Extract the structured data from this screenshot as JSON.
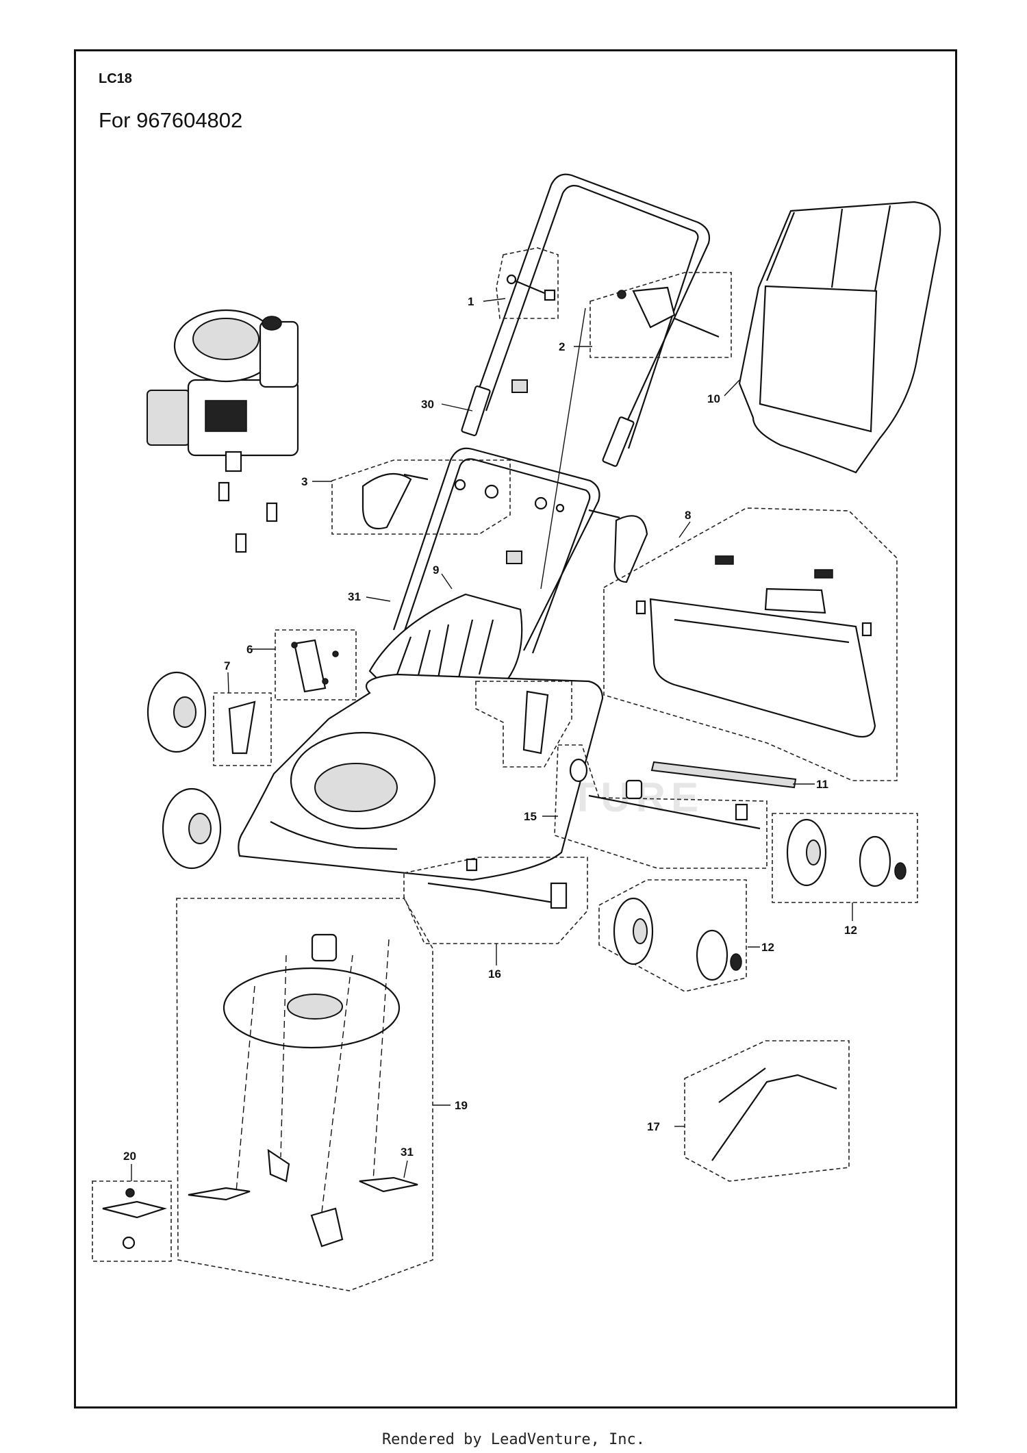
{
  "header": {
    "model_code": "LC18",
    "title": "For 967604802"
  },
  "footer": {
    "credit": "Rendered by LeadVenture, Inc."
  },
  "watermark": "LEADVENTURE",
  "callouts": [
    {
      "id": "c1",
      "label": "1"
    },
    {
      "id": "c2",
      "label": "2"
    },
    {
      "id": "c3",
      "label": "3"
    },
    {
      "id": "c6",
      "label": "6"
    },
    {
      "id": "c7",
      "label": "7"
    },
    {
      "id": "c8",
      "label": "8"
    },
    {
      "id": "c9",
      "label": "9"
    },
    {
      "id": "c10",
      "label": "10"
    },
    {
      "id": "c11",
      "label": "11"
    },
    {
      "id": "c12a",
      "label": "12"
    },
    {
      "id": "c12b",
      "label": "12"
    },
    {
      "id": "c15",
      "label": "15"
    },
    {
      "id": "c16",
      "label": "16"
    },
    {
      "id": "c17",
      "label": "17"
    },
    {
      "id": "c19",
      "label": "19"
    },
    {
      "id": "c20",
      "label": "20"
    },
    {
      "id": "c30",
      "label": "30"
    },
    {
      "id": "c31a",
      "label": "31"
    },
    {
      "id": "c31b",
      "label": "31"
    }
  ]
}
